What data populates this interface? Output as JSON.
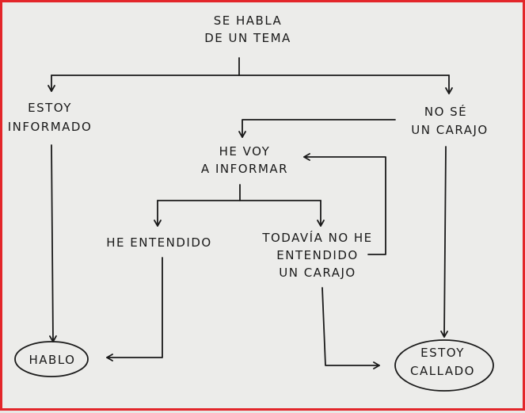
{
  "nodes": {
    "start": {
      "line1": "SE HABLA",
      "line2": "DE UN TEMA"
    },
    "informed": {
      "line1": "ESTOY",
      "line2": "INFORMADO"
    },
    "clueless": {
      "line1": "NO SÉ",
      "line2": "UN CARAJO"
    },
    "research": {
      "line1": "HE VOY",
      "line2": "A INFORMAR"
    },
    "understood": {
      "line1": "HE ENTENDIDO"
    },
    "still_clueless": {
      "line1": "TODAVÍA NO HE",
      "line2": "ENTENDIDO",
      "line3": "UN CARAJO"
    },
    "speak": {
      "line1": "HABLO"
    },
    "silent": {
      "line1": "ESTOY",
      "line2": "CALLADO"
    }
  },
  "colors": {
    "ink": "#1a1a1a",
    "paper": "#ececea",
    "border": "#e3262a"
  }
}
